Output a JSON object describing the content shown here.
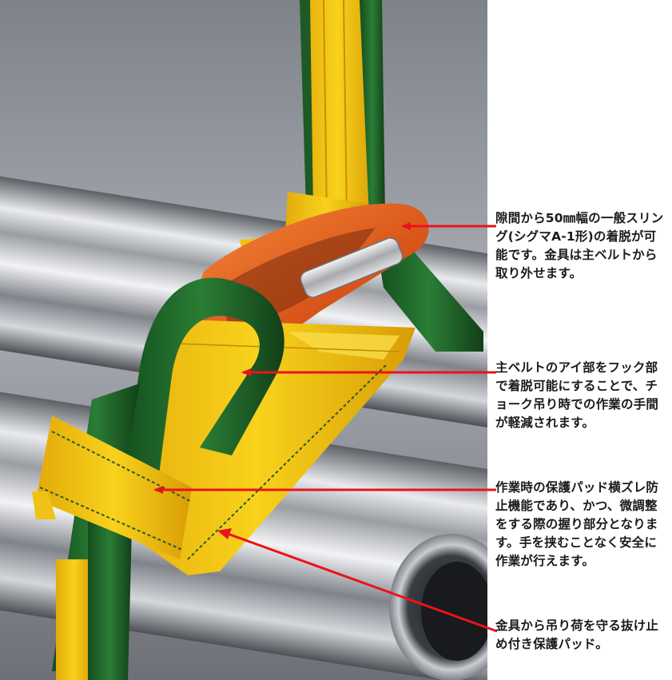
{
  "captions": [
    {
      "text": "隙間から50㎜幅の一般スリング(シグマA-1形)の着脱が可能です。金具は主ベルトから取り外せます。"
    },
    {
      "text": "主ベルトのアイ部をフック部で着脱可能にすることで、チョーク吊り時での作業の手間が軽減されます。"
    },
    {
      "text": "作業時の保護パッド横ズレ防止機能であり、かつ、微調整をする際の握り部分となります。手を挟むことなく安全に作業が行えます。"
    },
    {
      "text": "金具から吊り荷を守る抜け止め付き保護パッド。"
    }
  ],
  "colors": {
    "arrow": "#e8141a",
    "yellow_belt": "#f5c20e",
    "green_belt": "#1f6a2a",
    "orange_hook": "#e5661c",
    "steel": "#b9bcc0"
  }
}
